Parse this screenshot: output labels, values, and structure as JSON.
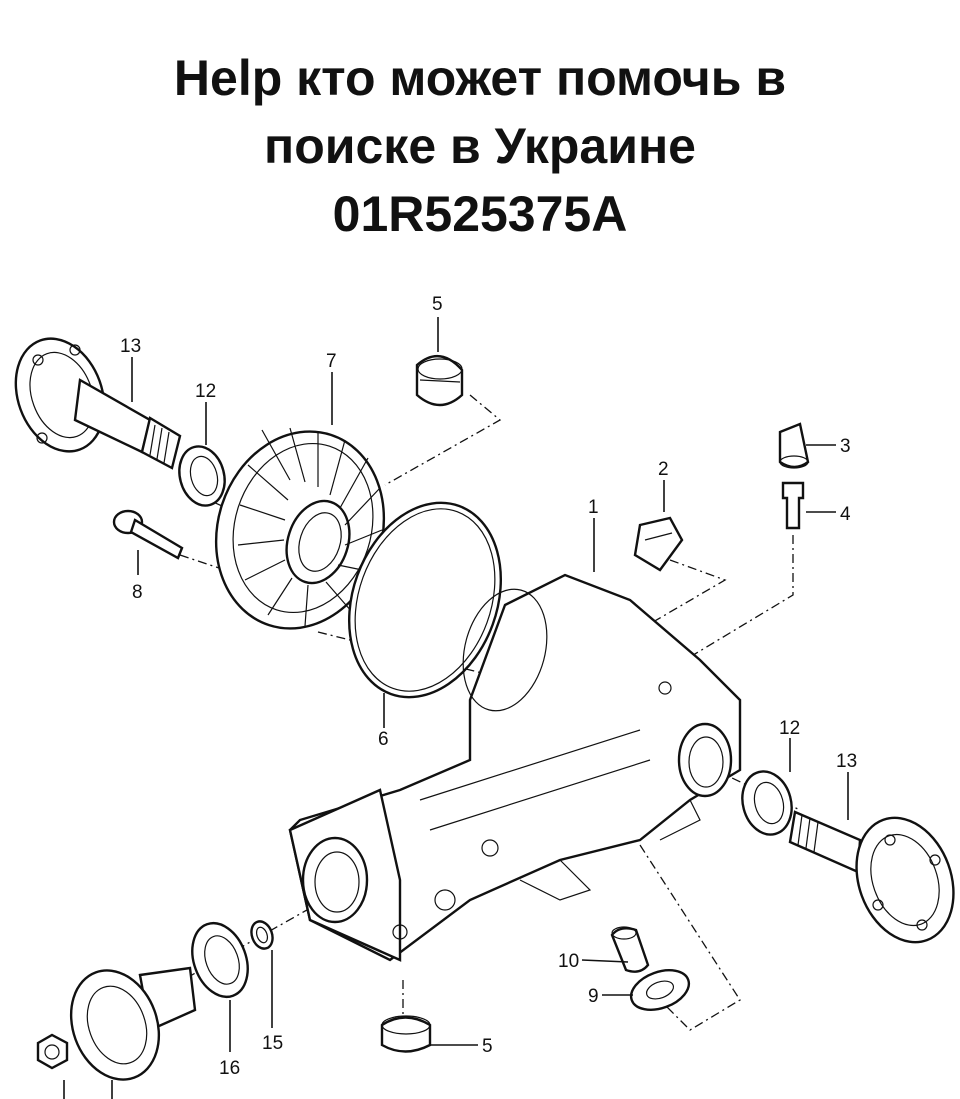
{
  "title": {
    "lines": [
      "Help кто может помочь в",
      "поиске в Украине",
      "01R525375A"
    ]
  },
  "callouts": {
    "c1": "1",
    "c2": "2",
    "c3": "3",
    "c4": "4",
    "c5_top": "5",
    "c5_bottom": "5",
    "c6": "6",
    "c7": "7",
    "c8": "8",
    "c9": "9",
    "c10": "10",
    "c12_left": "12",
    "c12_right": "12",
    "c13_left": "13",
    "c13_right": "13",
    "c15": "15",
    "c16": "16"
  }
}
